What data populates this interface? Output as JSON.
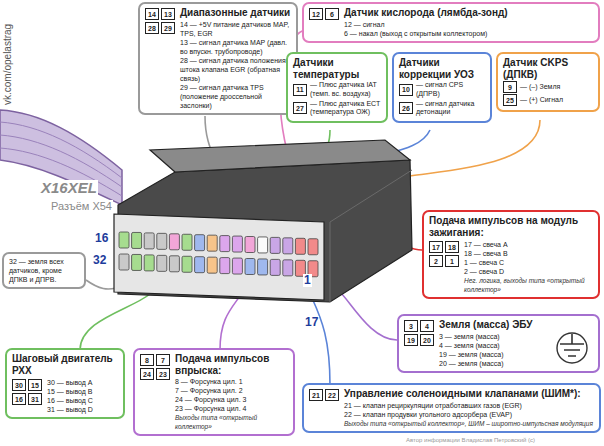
{
  "diagram": {
    "nodes": [
      {
        "text": [
          "Диапазонные датчики",
          "14",
          "13",
          "28",
          "29",
          "14 — +5V питание датчиков MAP, TPS, EGR",
          "13 — сигнал датчика MAP (давл. во впускн. трубопроводе)",
          "28 — сигнал датчика положения штока клапана EGR (обратная связь)",
          "29 — сигнал датчика TPS (положение дроссельной заслонки)"
        ]
      },
      {
        "text": [
          "Датчик кислорода (лямбда-зонд)",
          "12",
          "6",
          "12 — сигнал",
          "6 — накал (выход с открытым коллектором)"
        ]
      },
      {
        "text": [
          "Датчики температуры",
          "11",
          "— Плюс датчика IAT (темп. вс. воздуха)",
          "27",
          "— Плюс датчика ECT (температура ОЖ)"
        ]
      },
      {
        "text": [
          "Датчики коррекции УОЗ",
          "10",
          "— сигнал CPS (ДПРВ)",
          "26",
          "— сигнал датчика детонации"
        ]
      },
      {
        "text": [
          "Датчик CKPS (ДПКВ)",
          "9",
          "— (–) Земля",
          "25",
          "— (+) Сигнал"
        ]
      },
      {
        "text": [
          "32 — земля всех датчиков, кроме ДПКВ и ДПРВ."
        ]
      },
      {
        "text": [
          "Подача импульсов на модуль зажигания:",
          "17",
          "18",
          "2",
          "1",
          "17 — свеча A",
          "18 — свеча B",
          "1 — свеча C",
          "2 — свеча D",
          "Нег. логика, выходы типа «открытый коллектор»"
        ]
      },
      {
        "text": [
          "Земля (масса) ЭБУ",
          "3",
          "4",
          "19",
          "20",
          "3 — земля (масса)",
          "4 — земля (масса)",
          "19 — земля (масса)",
          "20 — земля (масса)"
        ]
      },
      {
        "text": [
          "Шаговый двигатель РХХ",
          "30",
          "15",
          "16",
          "31",
          "30 — вывод A",
          "15 — вывод B",
          "16 — вывод C",
          "31 — вывод D"
        ]
      },
      {
        "text": [
          "Подача импульсов впрыска:",
          "8",
          "7",
          "24",
          "23",
          "8 — Форсунка цил. 1",
          "7 — Форсунка цил. 2",
          "24 — Форсунка цил. 3",
          "23 — Форсунка цил. 4",
          "Выходы типа «открытый коллектор»"
        ]
      },
      {
        "text": [
          "Управление соленоидными клапанами (ШИМ*):",
          "21",
          "22",
          "21 — клапан рециркуляции отработавших газов (EGR)",
          "22 — клапан продувки угольного адсорбера (EVAP)",
          "Выходы типа «открытый коллектор», ШИМ – широтно-импульсная модуляция"
        ]
      }
    ],
    "labels": [
      "vk.com/opelastrag",
      "X16XEL",
      "Разъём X54",
      "16",
      "32",
      "1",
      "17",
      "Автор информации Владислав Петровский (с)"
    ]
  }
}
